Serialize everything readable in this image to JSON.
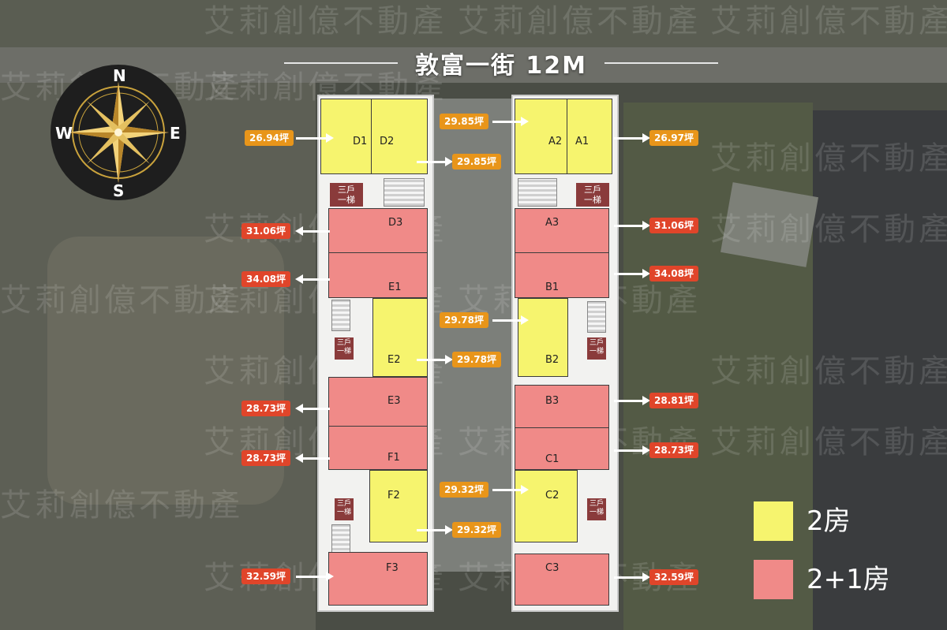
{
  "street": {
    "name": "敦富一街 12M"
  },
  "compass": {
    "n": "N",
    "e": "E",
    "s": "S",
    "w": "W"
  },
  "watermark": "艾莉創億不動產",
  "core_label": "三戶\n一梯",
  "legend": [
    {
      "label": "2房",
      "color": "#f6f46e"
    },
    {
      "label": "2+1房",
      "color": "#f08a88"
    }
  ],
  "units": {
    "D1": "D1",
    "D2": "D2",
    "A2": "A2",
    "A1": "A1",
    "D3": "D3",
    "A3": "A3",
    "E1": "E1",
    "B1": "B1",
    "E2": "E2",
    "B2": "B2",
    "E3": "E3",
    "B3": "B3",
    "F1": "F1",
    "C1": "C1",
    "F2": "F2",
    "C2": "C2",
    "F3": "F3",
    "C3": "C3"
  },
  "areas": {
    "D1": "26.94坪",
    "D2": "29.85坪",
    "A2": "29.85坪",
    "A1": "26.97坪",
    "D3": "31.06坪",
    "A3": "31.06坪",
    "E1": "34.08坪",
    "B1": "34.08坪",
    "E2": "29.78坪",
    "B2": "29.78坪",
    "E3": "28.73坪",
    "B3": "28.81坪",
    "F1": "28.73坪",
    "C1": "28.73坪",
    "F2": "29.32坪",
    "C2": "29.32坪",
    "F3": "32.59坪",
    "C3": "32.59坪"
  },
  "colors": {
    "two_room": "#f6f46e",
    "two_plus_one": "#f08a88",
    "area_orange": "#e8951a",
    "area_red": "#e0452a"
  }
}
